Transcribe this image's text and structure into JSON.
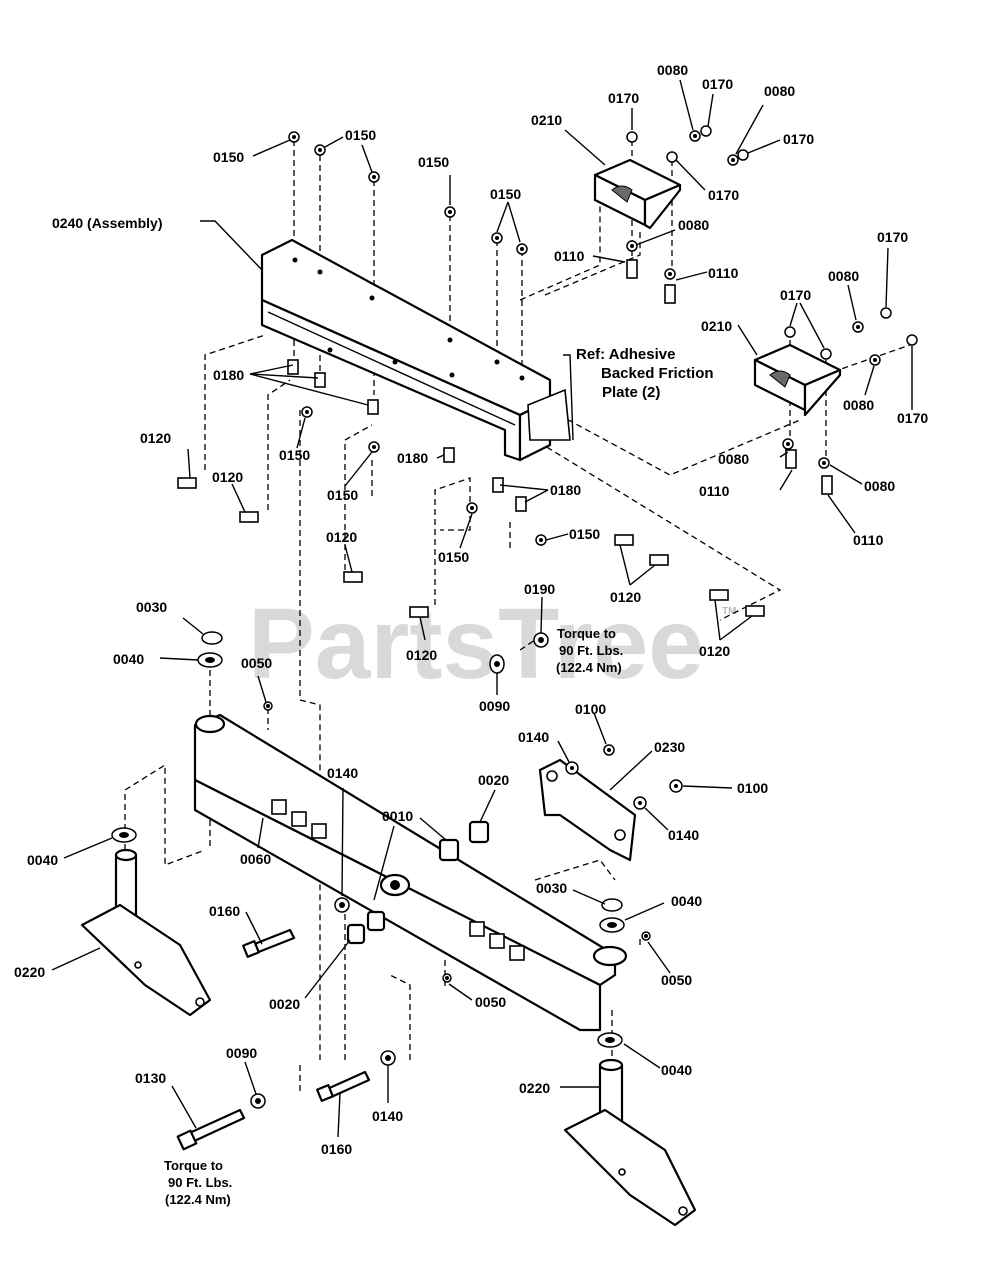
{
  "watermark": "PartsTree",
  "watermark_mark": "TM",
  "callouts": {
    "c0080a": "0080",
    "c0170a": "0170",
    "c0170b": "0170",
    "c0080b": "0080",
    "c0210a": "0210",
    "c0170c": "0170",
    "c0170d": "0170",
    "c0150a": "0150",
    "c0150b": "0150",
    "c0150c": "0150",
    "c0150d": "0150",
    "c0240": "0240 (Assembly)",
    "c0110a": "0110",
    "c0080c": "0080",
    "c0110b": "0110",
    "c0170e": "0170",
    "c0080d": "0080",
    "c0170f": "0170",
    "c0210b": "0210",
    "c0180a": "0180",
    "c0080e": "0080",
    "c0170g": "0170",
    "c0120a": "0120",
    "c0150e": "0150",
    "c0120b": "0120",
    "c0150f": "0150",
    "c0180b": "0180",
    "c0180c": "0180",
    "c0080f": "0080",
    "c0110c": "0110",
    "c0080g": "0080",
    "c0110d": "0110",
    "c0120c": "0120",
    "c0150g": "0150",
    "c0150h": "0150",
    "c0120d": "0120",
    "c0120e": "0120",
    "c0190": "0190",
    "c0030a": "0030",
    "c0040a": "0040",
    "c0050a": "0050",
    "c0120f": "0120",
    "c0090a": "0090",
    "c0100a": "0100",
    "c0140a": "0140",
    "c0230": "0230",
    "c0140b": "0140",
    "c0020a": "0020",
    "c0100b": "0100",
    "c0010": "0010",
    "c0140c": "0140",
    "c0060": "0060",
    "c0040b": "0040",
    "c0030b": "0030",
    "c0040c": "0040",
    "c0160a": "0160",
    "c0050b": "0050",
    "c0220a": "0220",
    "c0020b": "0020",
    "c0050c": "0050",
    "c0040d": "0040",
    "c0090b": "0090",
    "c0130": "0130",
    "c0220b": "0220",
    "c0140d": "0140",
    "c0160b": "0160"
  },
  "notes": {
    "ref_line1": "Ref: Adhesive",
    "ref_line2": "Backed Friction",
    "ref_line3": "Plate (2)",
    "torque1_line1": "Torque to",
    "torque1_line2": "90 Ft. Lbs.",
    "torque1_line3": "(122.4 Nm)",
    "torque2_line1": "Torque to",
    "torque2_line2": "90 Ft. Lbs.",
    "torque2_line3": "(122.4 Nm)"
  }
}
